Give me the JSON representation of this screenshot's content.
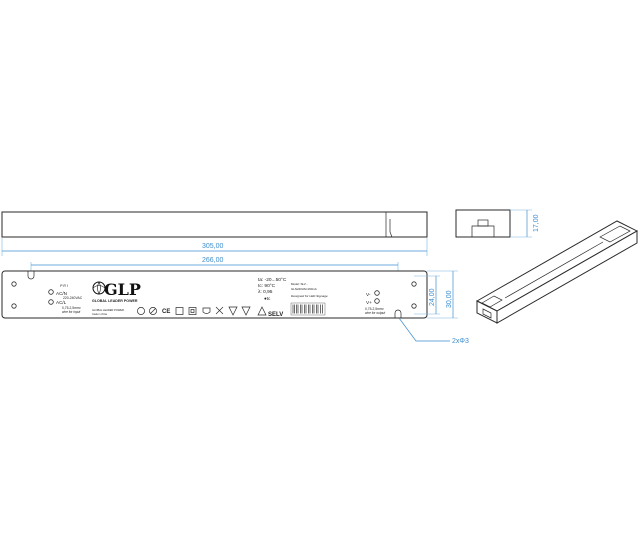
{
  "dimensions": {
    "overall_length": "305,00",
    "hole_spacing": "266,00",
    "height": "17,00",
    "hole_offset_width": "24,00",
    "overall_width": "30,00",
    "mounting_holes": "2xΦ3"
  },
  "label": {
    "brand": "GLP",
    "brand_tagline": "GLOBAL LEADER POWER",
    "pri": "P R I",
    "acn": "AC/N",
    "acl": "AC/L",
    "input_voltage": "220-240VAC",
    "input_wire_size": "0,75-2,5mm²",
    "input_wire_note": "wire for input",
    "ta": "ta: -20...50°C",
    "tc": "tc: 90°C",
    "lambda": "λ: 0,95",
    "tc_point": "●tc",
    "model_line": "Model: SLV...",
    "model_sub": "GLN240VAC160mA",
    "designed_for": "Designed for LED Signage",
    "selv": "SELV",
    "vminus": "V-",
    "vplus": "V+",
    "output_wire_size": "0,75-2,5mm²",
    "output_wire_note": "wire for output",
    "company_line": "GLOBAL LEADER POWER",
    "company_sub": "made in china"
  },
  "colors": {
    "dimension": "#3f8fd0",
    "outline": "#2a2a2a"
  }
}
